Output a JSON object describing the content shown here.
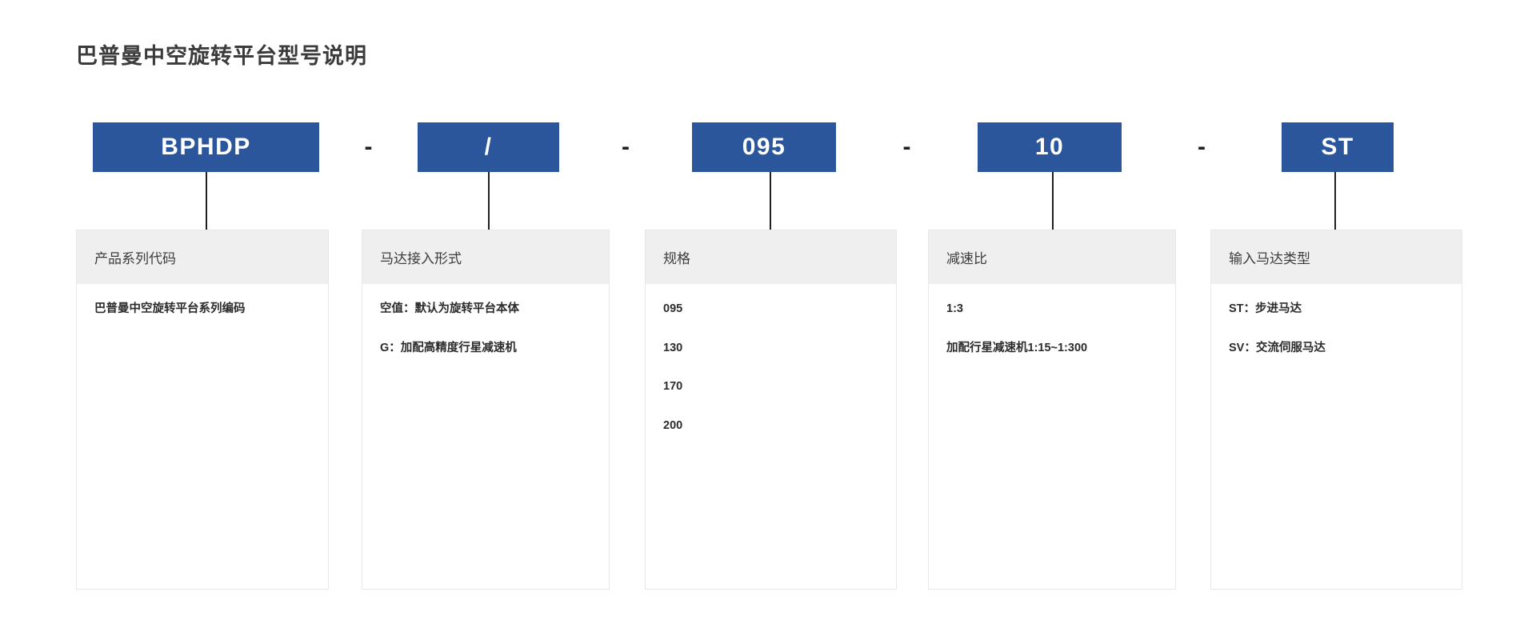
{
  "title": "巴普曼中空旋转平台型号说明",
  "separator": "-",
  "model_code": {
    "segments": [
      {
        "code": "BPHDP"
      },
      {
        "code": "/"
      },
      {
        "code": "095"
      },
      {
        "code": "10"
      },
      {
        "code": "ST"
      }
    ]
  },
  "panels": [
    {
      "header": "产品系列代码",
      "lines": [
        "巴普曼中空旋转平台系列编码"
      ]
    },
    {
      "header": "马达接入形式",
      "lines": [
        "空值：默认为旋转平台本体",
        "G：加配高精度行星减速机"
      ]
    },
    {
      "header": "规格",
      "lines": [
        "095",
        "130",
        "170",
        "200"
      ]
    },
    {
      "header": "减速比",
      "lines": [
        "1:3",
        "加配行星减速机1:15~1:300"
      ]
    },
    {
      "header": "输入马达类型",
      "lines": [
        "ST：步进马达",
        "SV：交流伺服马达"
      ]
    }
  ],
  "colors": {
    "chip_blue": "#2C569B",
    "panel_header_gray": "#EFEFEF",
    "connector_black": "#231F20",
    "text_dark": "#333333"
  }
}
